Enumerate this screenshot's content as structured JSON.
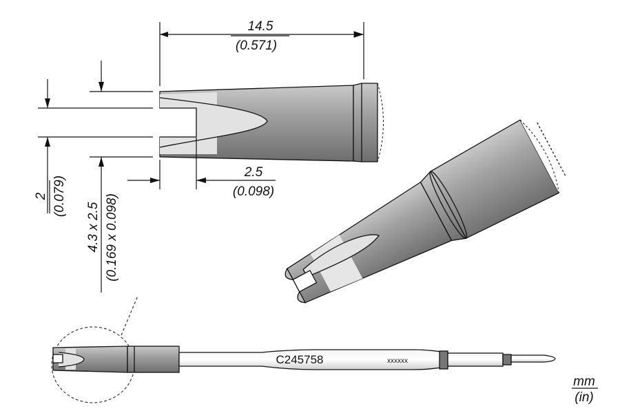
{
  "dimensions": {
    "length": {
      "mm": "14.5",
      "in": "(0.571)"
    },
    "slot_depth": {
      "mm": "2.5",
      "in": "(0.098)"
    },
    "slot_width": {
      "mm": "2",
      "in": "(0.079)"
    },
    "tip_size": {
      "mm": "4.3 x 2.5",
      "in": "(0.169 x 0.098)"
    }
  },
  "cartridge": {
    "part_number": "C245758",
    "serial": "xxxxxx"
  },
  "units": {
    "primary": "mm",
    "secondary": "(in)"
  },
  "colors": {
    "body": "#9a9a9a",
    "highlight": "#e2e2e2",
    "line": "#111111"
  }
}
